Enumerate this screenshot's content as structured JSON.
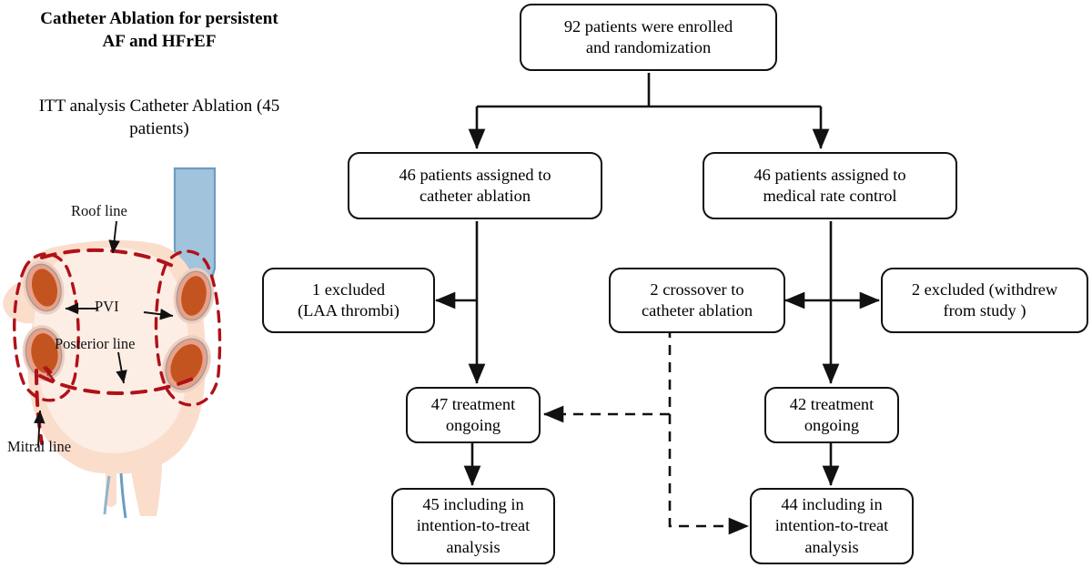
{
  "figure": {
    "type": "consort-flow-diagram",
    "panel": {
      "title_line1": "Catheter Ablation for",
      "title_line2": "persistent AF and HFrEF",
      "subtitle_line1": "ITT analysis",
      "subtitle_line2": "Catheter Ablation",
      "subtitle_line3": "(45 patients)",
      "illustration": {
        "name": "left-atrium-ablation-lesion-set",
        "labels": [
          {
            "id": "roof-line",
            "text": "Roof line"
          },
          {
            "id": "pvi",
            "text": "PVI"
          },
          {
            "id": "posterior-line",
            "text": "Posterior line"
          },
          {
            "id": "mitral-line",
            "text": "Mitral line"
          }
        ],
        "colors": {
          "atrium_body": "#fbddcc",
          "atrium_body_light": "#fdeee5",
          "vein_ostium_outer": "#e8a089",
          "vein_ostium_inner": "#c4541f",
          "ablation_line": "#b01118",
          "vessel_blue": "#a2c3dc",
          "vessel_blue_outline": "#6d9cc0"
        }
      }
    },
    "flow": {
      "nodes": [
        {
          "id": "enrolled",
          "lines": [
            "92 patients were enrolled",
            "and randomization"
          ]
        },
        {
          "id": "assigned-ablation",
          "lines": [
            "46 patients assigned to",
            "catheter ablation"
          ]
        },
        {
          "id": "assigned-medical",
          "lines": [
            "46 patients assigned to",
            "medical rate control"
          ]
        },
        {
          "id": "excluded-laa",
          "lines": [
            "1 excluded",
            "(LAA thrombi)"
          ]
        },
        {
          "id": "crossover",
          "lines": [
            "2 crossover to",
            "catheter ablation"
          ]
        },
        {
          "id": "excluded-withdrew",
          "lines": [
            "2 excluded (withdrew",
            "from study )"
          ]
        },
        {
          "id": "ongoing-ablation",
          "lines": [
            "47 treatment",
            "ongoing"
          ]
        },
        {
          "id": "ongoing-medical",
          "lines": [
            "42 treatment",
            "ongoing"
          ]
        },
        {
          "id": "itt-ablation",
          "lines": [
            "45 including in",
            "intention-to-treat",
            "analysis"
          ]
        },
        {
          "id": "itt-medical",
          "lines": [
            "44 including in",
            "intention-to-treat",
            "analysis"
          ]
        }
      ],
      "numbers": {
        "enrolled": 92,
        "assigned_ablation": 46,
        "assigned_medical": 46,
        "excluded_laa_thrombi": 1,
        "crossover_to_ablation": 2,
        "excluded_withdrew": 2,
        "ongoing_ablation": 47,
        "ongoing_medical": 42,
        "itt_ablation": 45,
        "itt_medical": 44
      },
      "edges": [
        {
          "from": "enrolled",
          "to": "assigned-ablation",
          "style": "solid",
          "arrow": true
        },
        {
          "from": "enrolled",
          "to": "assigned-medical",
          "style": "solid",
          "arrow": true
        },
        {
          "from": "assigned-ablation",
          "to": "excluded-laa",
          "style": "solid",
          "arrow": true
        },
        {
          "from": "assigned-ablation",
          "to": "ongoing-ablation",
          "style": "solid",
          "arrow": true
        },
        {
          "from": "assigned-medical",
          "to": "crossover",
          "style": "solid",
          "arrow": true
        },
        {
          "from": "assigned-medical",
          "to": "excluded-withdrew",
          "style": "solid",
          "arrow": true
        },
        {
          "from": "assigned-medical",
          "to": "ongoing-medical",
          "style": "solid",
          "arrow": true
        },
        {
          "from": "crossover",
          "to": "ongoing-ablation",
          "style": "dashed",
          "arrow": true
        },
        {
          "from": "crossover",
          "to": "itt-medical",
          "style": "dashed",
          "arrow": true
        },
        {
          "from": "ongoing-ablation",
          "to": "itt-ablation",
          "style": "solid",
          "arrow": true
        },
        {
          "from": "ongoing-medical",
          "to": "itt-medical",
          "style": "solid",
          "arrow": true
        }
      ],
      "stroke_color": "#111111"
    }
  }
}
